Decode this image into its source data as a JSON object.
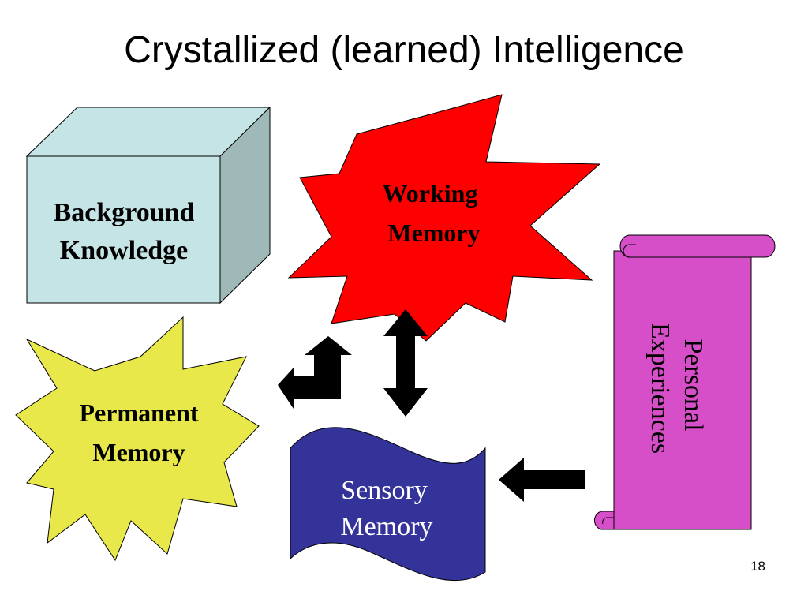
{
  "slide": {
    "title": "Crystallized (learned) Intelligence",
    "page_number": "18"
  },
  "shapes": {
    "background_knowledge": {
      "line1": "Background",
      "line2": "Knowledge",
      "color": "#c5e4e6"
    },
    "working_memory": {
      "line1": "Working",
      "line2": "Memory",
      "color": "#ff0000"
    },
    "permanent_memory": {
      "line1": "Permanent",
      "line2": "Memory",
      "color": "#e8e84a"
    },
    "sensory_memory": {
      "line1": "Sensory",
      "line2": "Memory",
      "color": "#333399"
    },
    "personal_experiences": {
      "line1": "Personal",
      "line2": "Experiences",
      "color": "#d64fc8"
    }
  },
  "arrows": {
    "color": "#000000"
  }
}
